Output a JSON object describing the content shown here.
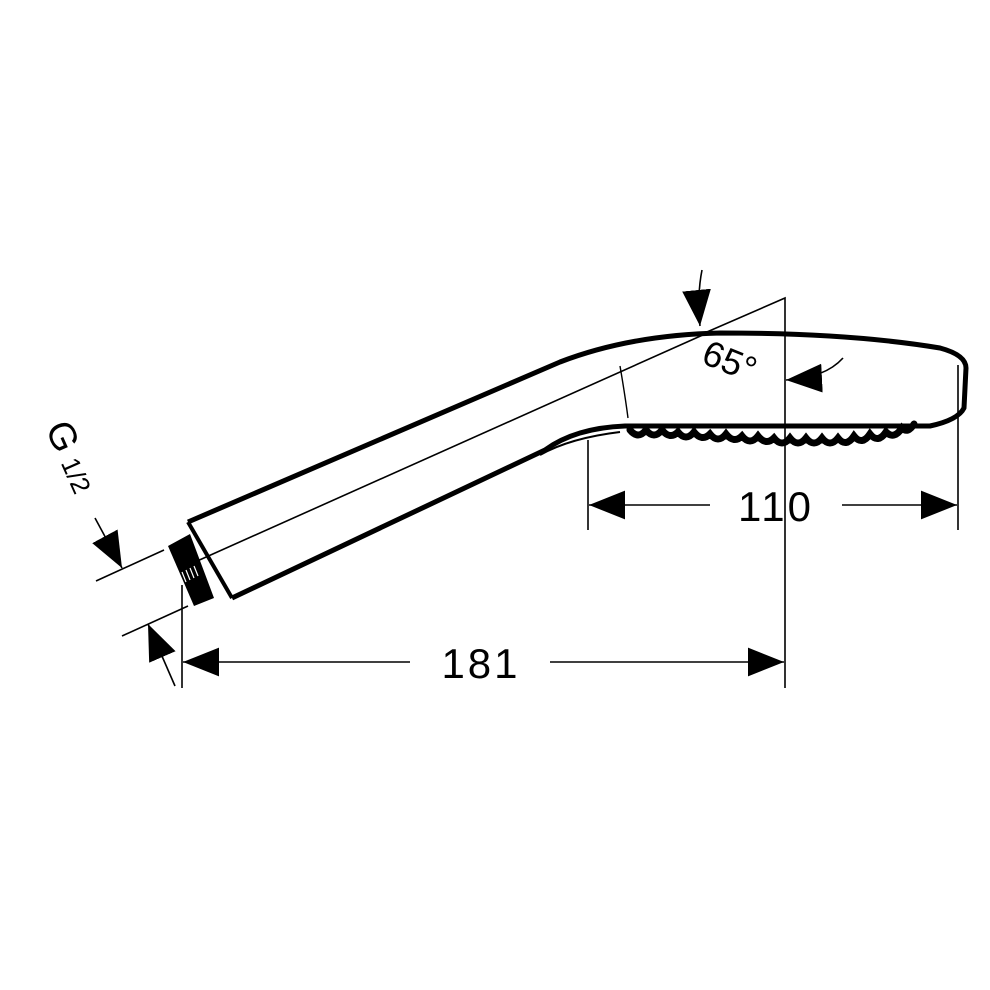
{
  "drawing": {
    "thread_label": "G",
    "thread_fraction": "1/2",
    "angle_label": "65°",
    "dim_overall_length": "181",
    "dim_head_length": "110"
  },
  "colors": {
    "line": "#000000",
    "background": "#ffffff"
  }
}
